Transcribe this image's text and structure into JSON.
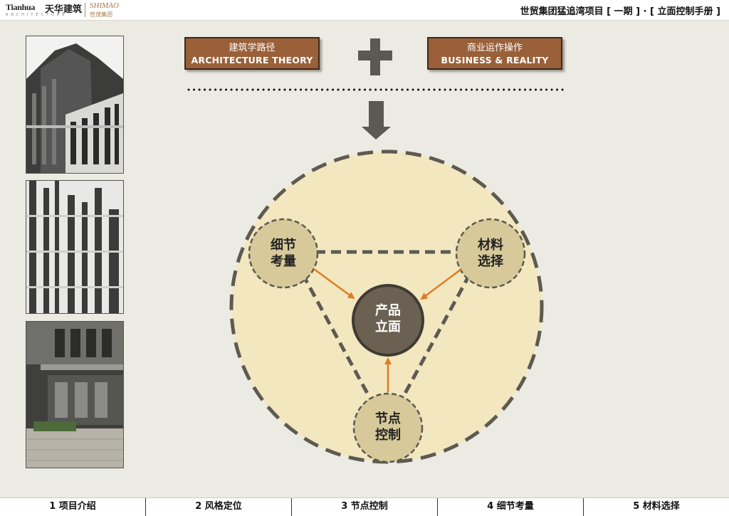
{
  "header": {
    "logo_tianhua_en": "Tianhua",
    "logo_tianhua_cn": "天华建筑",
    "logo_tianhua_sub": "ARCHITECTURE",
    "logo_shimao_en": "SHIMAO",
    "logo_shimao_cn": "世茂集团",
    "title": "世贸集团猛追湾项目 [ 一期 ] · [ 立面控制手册 ]"
  },
  "photos": [
    {
      "name": "building-photo-1"
    },
    {
      "name": "building-photo-2"
    },
    {
      "name": "building-photo-3"
    }
  ],
  "boxes": {
    "left": {
      "zh": "建筑学路径",
      "en": "ARCHITECTURE  THEORY"
    },
    "right": {
      "zh": "商业运作操作",
      "en": "BUSINESS & REALITY"
    }
  },
  "icons": {
    "plus": "plus-icon",
    "down_arrow": "down-arrow-icon"
  },
  "nodes": {
    "center": {
      "line1": "产品",
      "line2": "立面"
    },
    "left": {
      "line1": "细节",
      "line2": "考量"
    },
    "right": {
      "line1": "材料",
      "line2": "选择"
    },
    "bottom": {
      "line1": "节点",
      "line2": "控制"
    }
  },
  "colors": {
    "box_fill": "#9a6039",
    "circle_fill": "#f3e7bf",
    "node_fill": "#d7c99a",
    "center_fill": "#6b6152",
    "arrow_orange": "#e07b22",
    "dash_gray": "#5d5a52"
  },
  "footer": {
    "tabs": [
      "1  项目介绍",
      "2  风格定位",
      "3  节点控制",
      "4  细节考量",
      "5  材料选择"
    ]
  }
}
